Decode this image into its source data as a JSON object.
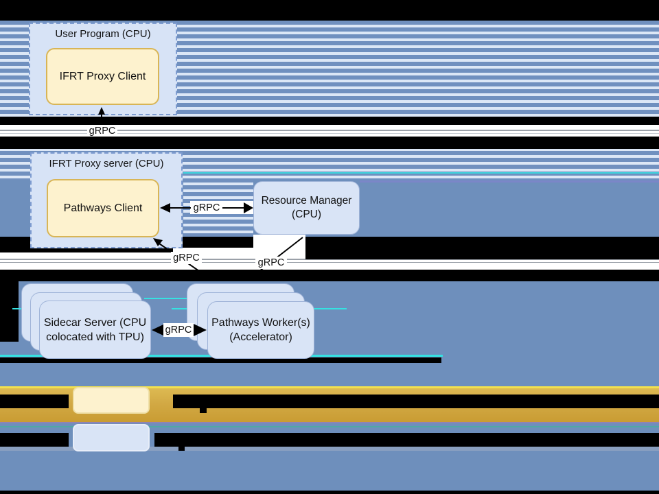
{
  "diagram": {
    "nodes": [
      {
        "id": "user-program",
        "label": "User Program (CPU)",
        "type": "dashed-container"
      },
      {
        "id": "ifrt-proxy-client",
        "label": "IFRT Proxy Client",
        "type": "process"
      },
      {
        "id": "ifrt-proxy-server",
        "label": "IFRT Proxy server (CPU)",
        "type": "dashed-container"
      },
      {
        "id": "pathways-client",
        "label": "Pathways Client",
        "type": "process"
      },
      {
        "id": "resource-manager",
        "label": "Resource Manager (CPU)",
        "type": "service"
      },
      {
        "id": "sidecar-server",
        "label": "Sidecar Server (CPU colocated with TPU)",
        "type": "stack"
      },
      {
        "id": "pathways-workers",
        "label": "Pathways Worker(s) (Accelerator)",
        "type": "stack"
      }
    ],
    "edges": [
      {
        "from": "ifrt-proxy-server",
        "to": "ifrt-proxy-client",
        "label": "gRPC",
        "style": "arrow-up"
      },
      {
        "from": "resource-manager",
        "to": "pathways-client",
        "label": "gRPC",
        "style": "double-arrow"
      },
      {
        "from": "pathways-workers",
        "to": "pathways-client",
        "label": "gRPC",
        "style": "arrow-diagonal"
      },
      {
        "from": "resource-manager",
        "to": "pathways-workers",
        "label": "gRPC",
        "style": "arrow-diagonal"
      },
      {
        "from": "sidecar-server",
        "to": "pathways-workers",
        "label": "gRPC",
        "style": "double-arrow"
      }
    ],
    "legend": {
      "items": [
        {
          "swatch_color": "#FDF2CE",
          "redacted": true
        },
        {
          "swatch_color": "#D9E4F6",
          "redacted": true
        }
      ]
    }
  },
  "colors": {
    "stripe_blue": "#7090BF",
    "stripe_light": "#DCE7F6",
    "canvas_blue": "#6E8FBC",
    "container_fill": "#D7E3F6",
    "container_border": "#7E9CD0",
    "process_fill": "#FDF2CE",
    "process_border": "#D8B556",
    "card_fill": "#D9E4F6",
    "card_border": "#A0B4D8",
    "gold": "#D2A944",
    "gold_highlight": "#F2E14E",
    "glitch_cyan": "#35E2E2",
    "redaction": "#000000"
  }
}
